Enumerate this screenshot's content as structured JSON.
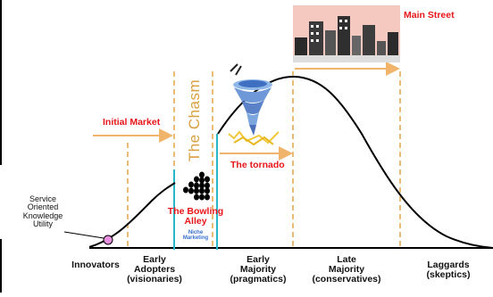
{
  "labels": {
    "main_street": "Main Street",
    "initial_market": "Initial Market",
    "the_chasm": "The Chasm",
    "the_tornado": "The tornado",
    "bowling_alley_line1": "The Bowling",
    "bowling_alley_line2": "Alley",
    "niche_marketing_line1": "Niche",
    "niche_marketing_line2": "Marketing",
    "service_line1": "Service",
    "service_line2": "Oriented",
    "service_line3": "Knowledge",
    "service_line4": "Utility"
  },
  "segments": [
    {
      "line1": "Innovators",
      "line2": "",
      "line3": ""
    },
    {
      "line1": "Early",
      "line2": "Adopters",
      "line3": "(visionaries)"
    },
    {
      "line1": "Early",
      "line2": "Majority",
      "line3": "(pragmatics)"
    },
    {
      "line1": "Late",
      "line2": "Majority",
      "line3": "(conservatives)"
    },
    {
      "line1": "Laggards",
      "line2": "(skeptics)",
      "line3": ""
    }
  ],
  "colors": {
    "label_red": "#e8141a",
    "chasm_text": "#d9a040",
    "dashed_line": "#e2a64a",
    "arrow": "#f0b46a",
    "chasm_line": "#2ab7c8",
    "curve": "#000000",
    "marker": "#e88fe0"
  },
  "icons": [
    "city-skyline-icon",
    "tornado-icon",
    "bowling-pins-icon"
  ]
}
